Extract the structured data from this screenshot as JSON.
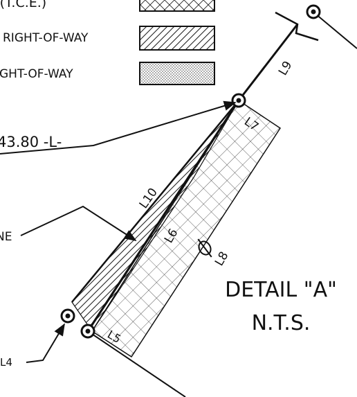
{
  "legend": {
    "items": [
      {
        "label": "T (T.C.E.)",
        "pattern": "crosshatch"
      },
      {
        "label": "RIGHT-OF-WAY",
        "pattern": "diagonal-hatch"
      },
      {
        "label": "IGHT-OF-WAY",
        "pattern": "stipple"
      }
    ]
  },
  "labels": {
    "station": "43.80 -L-",
    "line_partial": "NE",
    "l4": "L4",
    "l5": "L5",
    "l6": "L6",
    "l7": "L7",
    "l8": "L8",
    "l9": "L9",
    "l10": "L10"
  },
  "detail": {
    "title": "DETAIL \"A\"",
    "scale": "N.T.S."
  },
  "colors": {
    "ink": "#111111",
    "paper": "#ffffff"
  }
}
